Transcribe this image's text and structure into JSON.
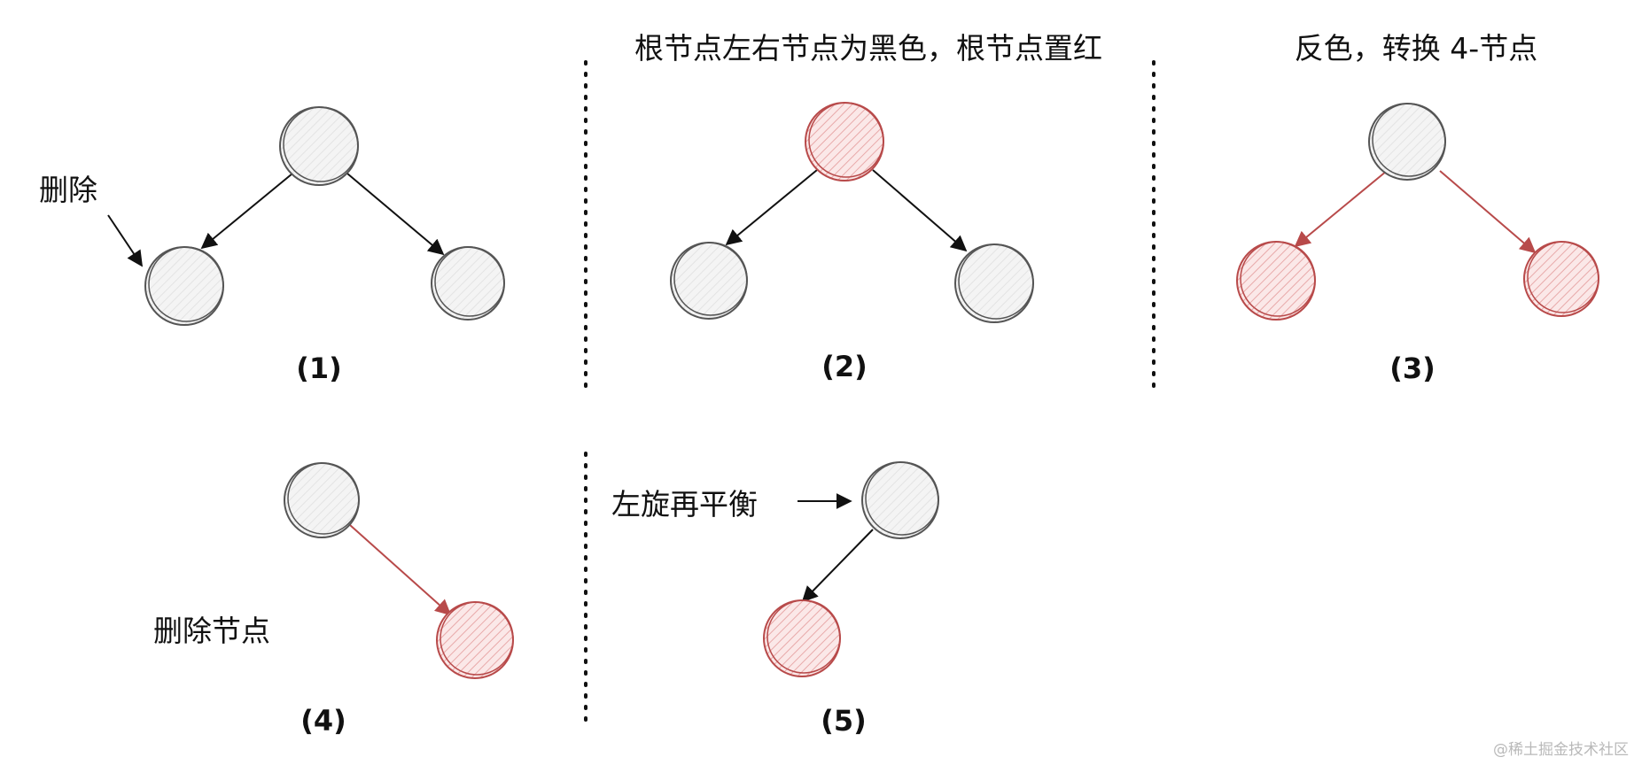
{
  "colors": {
    "black_node_fill": "#f0f0f0",
    "black_node_stroke": "#555555",
    "red_node_fill": "#f7dada",
    "red_node_stroke": "#b84a4a",
    "black_arrow": "#111111",
    "red_arrow": "#b84a4a",
    "divider": "#111111"
  },
  "panels": [
    {
      "caption": "(1)",
      "heading": "",
      "note": "删除"
    },
    {
      "caption": "(2)",
      "heading": "根节点左右节点为黑色，根节点置红",
      "note": ""
    },
    {
      "caption": "(3)",
      "heading": "反色，转换 4-节点",
      "note": ""
    },
    {
      "caption": "(4)",
      "heading": "",
      "note": "删除节点"
    },
    {
      "caption": "(5)",
      "heading": "",
      "note": "左旋再平衡"
    }
  ],
  "watermark": "@稀土掘金技术社区"
}
